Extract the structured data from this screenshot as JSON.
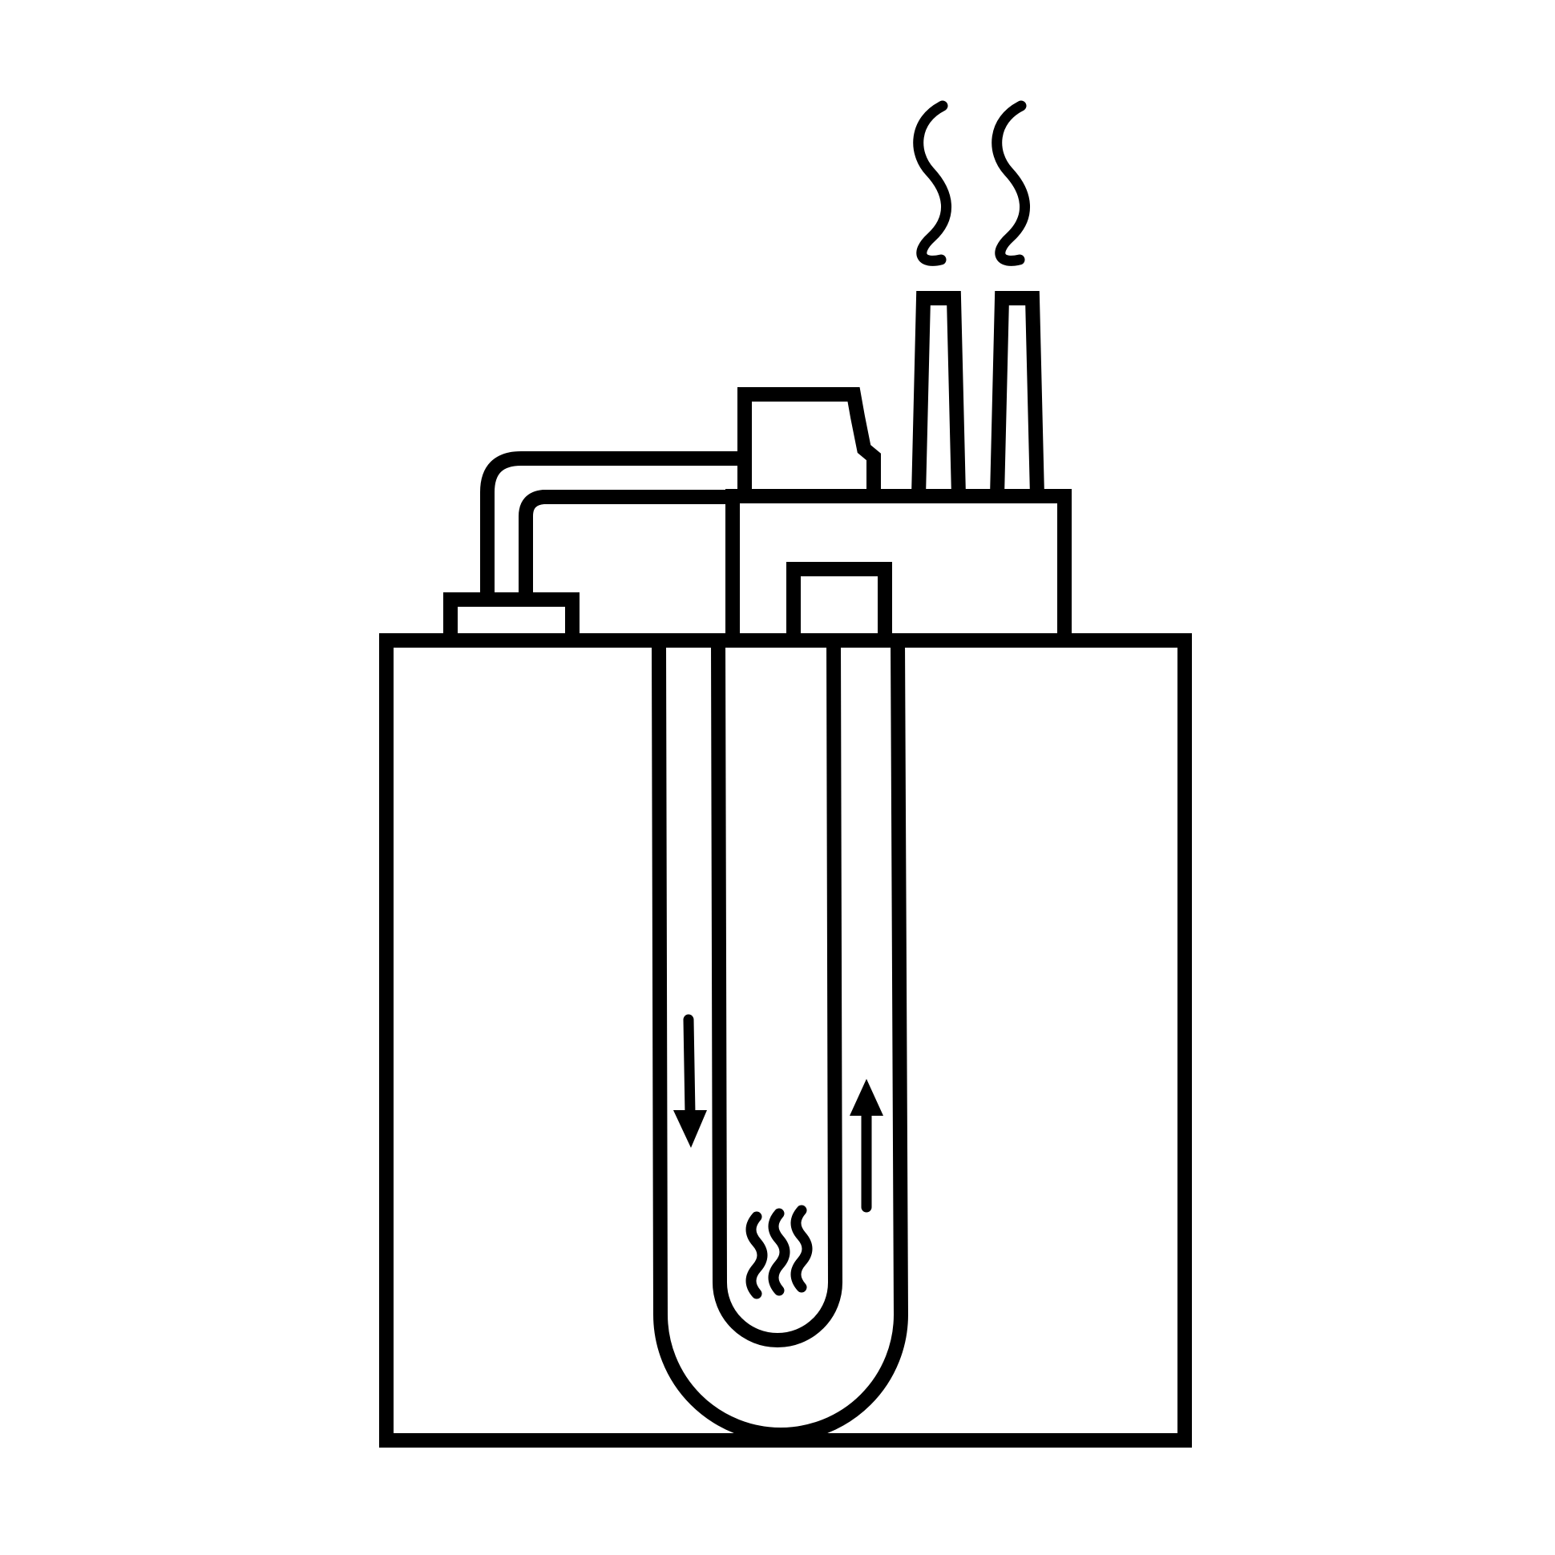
{
  "diagram": {
    "kind": "geothermal-power-plant-schematic",
    "stroke_color": "#000000",
    "background_color": "#ffffff",
    "components": [
      {
        "name": "ground-block"
      },
      {
        "name": "u-shaped-borehole-pipe"
      },
      {
        "name": "downflow-arrow",
        "direction": "down"
      },
      {
        "name": "upflow-arrow",
        "direction": "up"
      },
      {
        "name": "geothermal-heat-waves",
        "count": 3
      },
      {
        "name": "power-plant-building"
      },
      {
        "name": "pump-housing"
      },
      {
        "name": "wellhead-box"
      },
      {
        "name": "connecting-pipe"
      },
      {
        "name": "generator-box"
      },
      {
        "name": "cooling-tower",
        "count": 2
      },
      {
        "name": "steam-plume",
        "count": 2
      }
    ]
  }
}
